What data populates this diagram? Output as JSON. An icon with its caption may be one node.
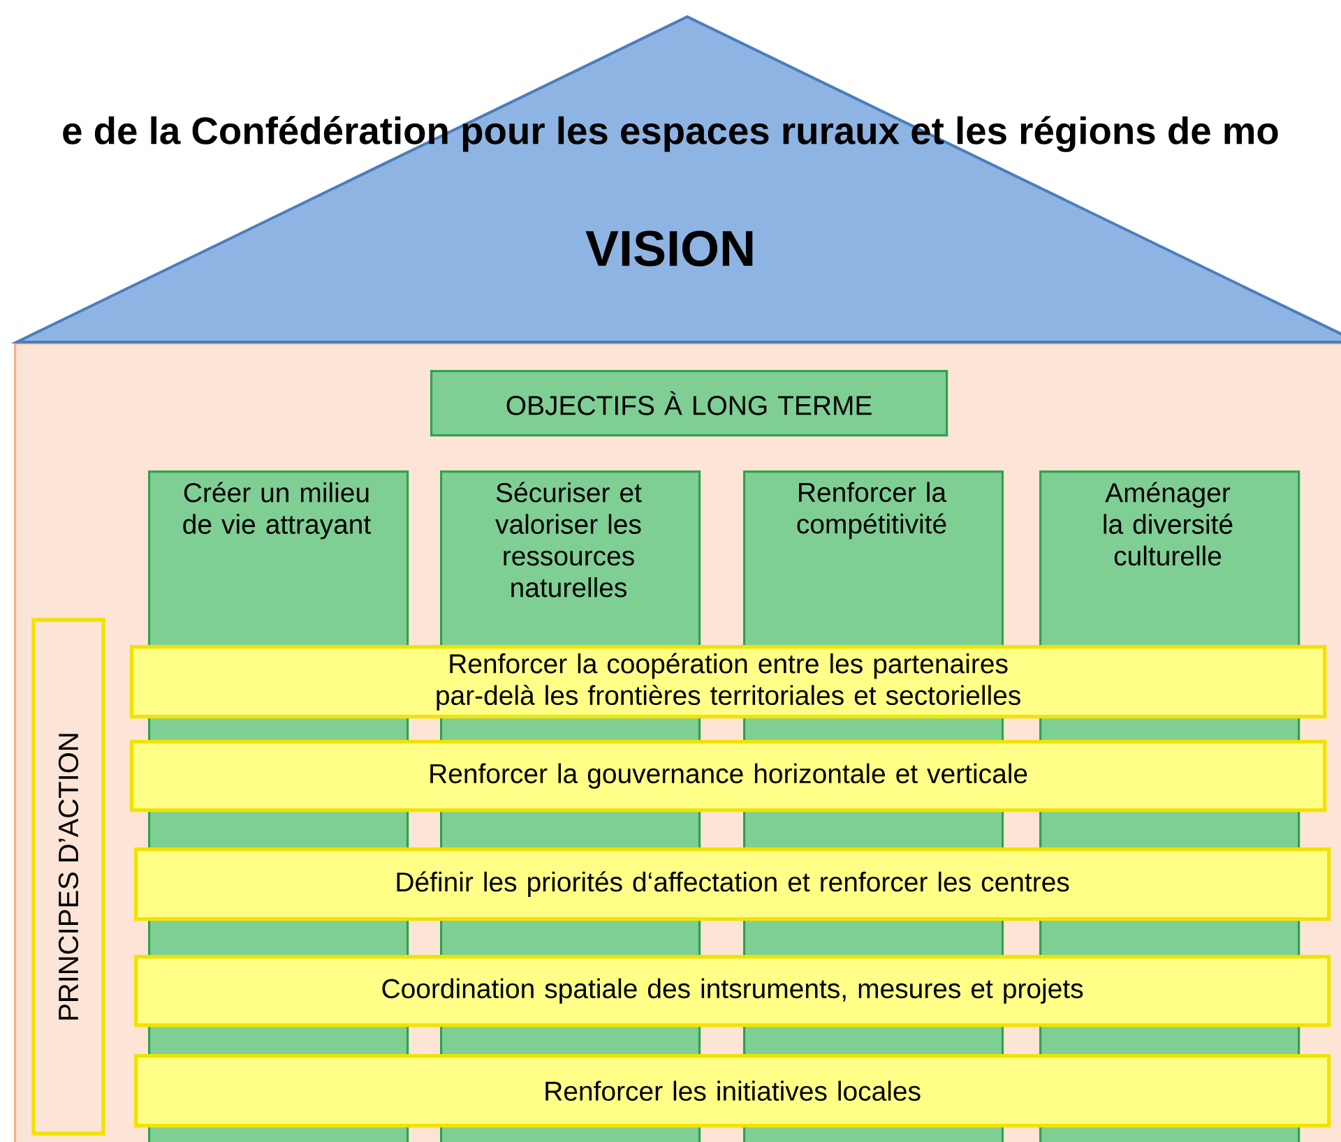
{
  "diagram": {
    "title": "e de la Confédération pour les espaces ruraux et les régions de mo",
    "nodes": [
      {
        "text": [
          "VISION"
        ]
      },
      {
        "text": [],
        "shape": "box"
      },
      {
        "text": [
          "OBJECTIFS À LONG TERME"
        ],
        "in": 1
      },
      {
        "text": [
          "Créer un milieu de vie attrayant"
        ],
        "in": 1
      },
      {
        "text": [
          "Sécuriser et valoriser les ressources naturelles"
        ],
        "in": 1
      },
      {
        "text": [
          "Renforcer la compétitivité"
        ],
        "in": 1
      },
      {
        "text": [
          "Aménager la diversité culturelle"
        ],
        "in": 1
      },
      {
        "text": [
          "PRINCIPES D’ACTION"
        ],
        "in": 1
      },
      {
        "text": [
          "Renforcer la coopération entre les partenaires par-delà les frontières territoriales et sectorielles"
        ],
        "in": 1
      },
      {
        "text": [
          "Renforcer la gouvernance horizontale et verticale"
        ],
        "in": 1
      },
      {
        "text": [
          "Définir les priorités d‘affectation et renforcer les centres"
        ],
        "in": 1
      },
      {
        "text": [
          "Coordination spatiale des intsruments, mesures et projets"
        ],
        "in": 1
      },
      {
        "text": [
          "Renforcer les initiatives locales"
        ],
        "in": 1
      }
    ]
  }
}
